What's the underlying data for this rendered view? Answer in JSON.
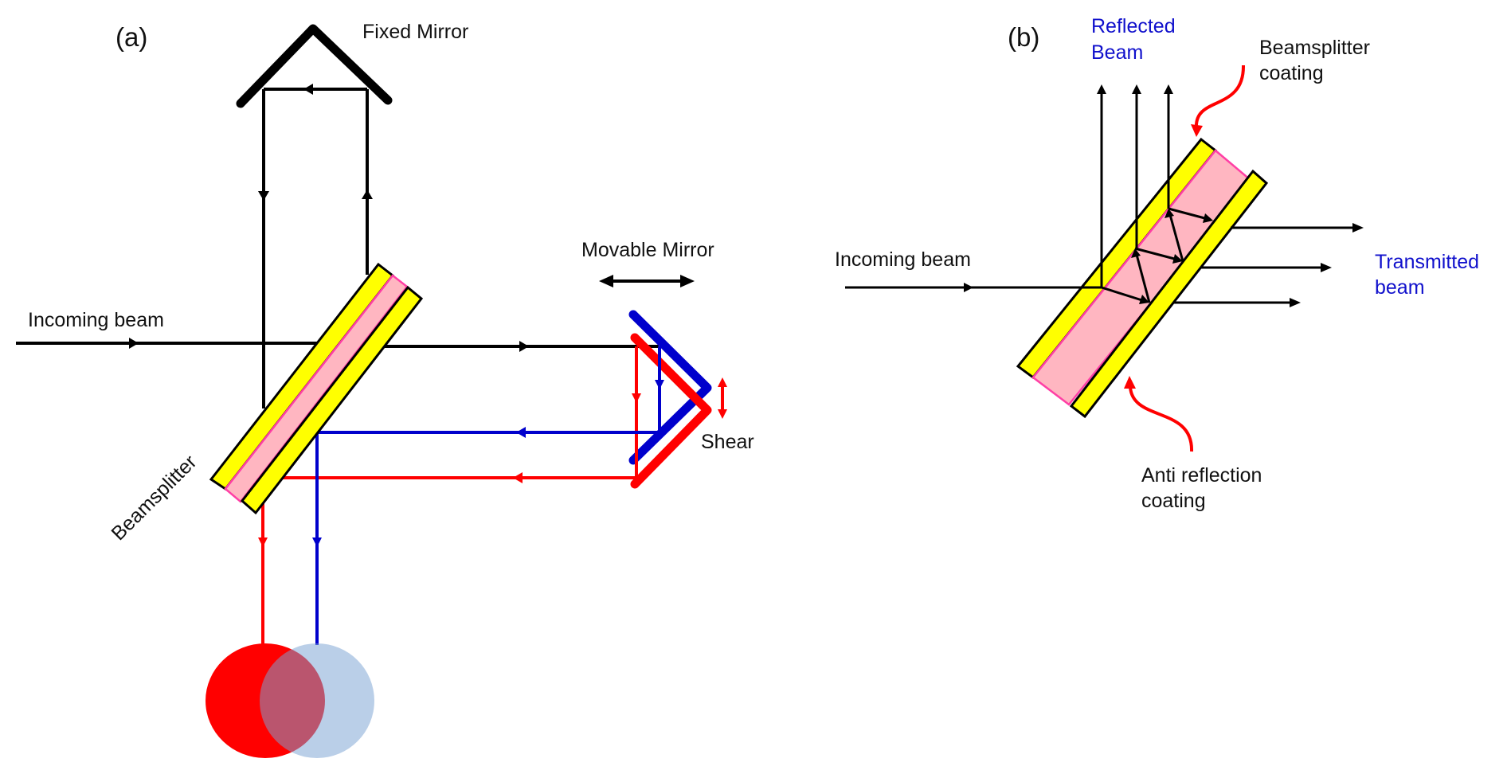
{
  "figure": {
    "panel_a": {
      "label": "(a)",
      "fixed_mirror_label": "Fixed Mirror",
      "movable_mirror_label": "Movable Mirror",
      "incoming_beam_label": "Incoming beam",
      "beamsplitter_label": "Beamsplitter",
      "shear_label": "Shear"
    },
    "panel_b": {
      "label": "(b)",
      "reflected_beam_label": [
        "Reflected",
        "Beam"
      ],
      "beamsplitter_coating_label": [
        "Beamsplitter",
        "coating"
      ],
      "incoming_beam_label": "Incoming beam",
      "transmitted_beam_label": [
        "Transmitted",
        "beam"
      ],
      "anti_reflection_label": [
        "Anti reflection",
        "coating"
      ]
    },
    "colors": {
      "beam": "#000000",
      "sheared_beam_red": "#ff0000",
      "sheared_beam_blue": "#0000cc",
      "coating_yellow": "#ffff00",
      "substrate_pink": "#ffb6c1",
      "detector_blue": "#b8cfe6",
      "label_blue": "#1010cc"
    }
  }
}
